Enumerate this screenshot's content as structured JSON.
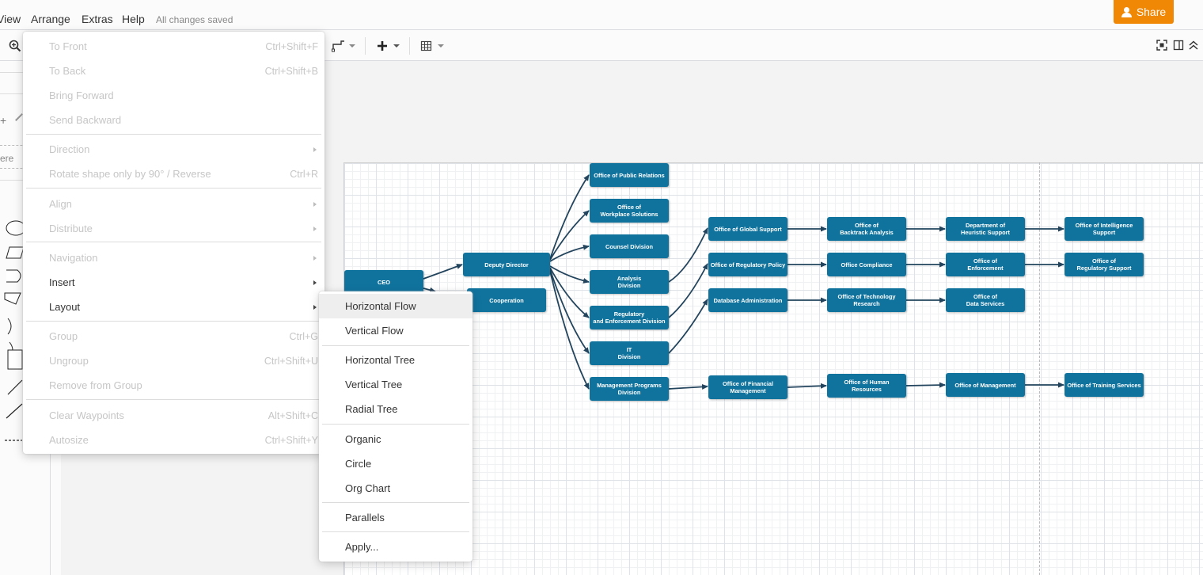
{
  "menubar": {
    "items": [
      "View",
      "Arrange",
      "Extras",
      "Help"
    ],
    "saved_status": "All changes saved",
    "share_label": "Share",
    "colors": {
      "share": "#f08705"
    }
  },
  "toolbar": {
    "icons": [
      "zoom-in-icon",
      "waypoints-icon",
      "insert-plus-icon",
      "table-icon",
      "fullscreen-icon",
      "format-panel-icon",
      "collapse-icon"
    ]
  },
  "leftpanel": {
    "search_placeholder_fragment": "ere"
  },
  "arrange_menu": {
    "items": [
      {
        "label": "To Front",
        "shortcut": "Ctrl+Shift+F",
        "enabled": false
      },
      {
        "label": "To Back",
        "shortcut": "Ctrl+Shift+B",
        "enabled": false
      },
      {
        "label": "Bring Forward",
        "shortcut": "",
        "enabled": false
      },
      {
        "label": "Send Backward",
        "shortcut": "",
        "enabled": false
      },
      {
        "label": "Direction",
        "shortcut": "",
        "enabled": false,
        "submenu": true
      },
      {
        "label": "Rotate shape only by 90° / Reverse",
        "shortcut": "Ctrl+R",
        "enabled": false
      },
      {
        "label": "Align",
        "shortcut": "",
        "enabled": false,
        "submenu": true
      },
      {
        "label": "Distribute",
        "shortcut": "",
        "enabled": false,
        "submenu": true
      },
      {
        "label": "Navigation",
        "shortcut": "",
        "enabled": false,
        "submenu": true
      },
      {
        "label": "Insert",
        "shortcut": "",
        "enabled": true,
        "submenu": true
      },
      {
        "label": "Layout",
        "shortcut": "",
        "enabled": true,
        "submenu": true
      },
      {
        "label": "Group",
        "shortcut": "Ctrl+G",
        "enabled": false
      },
      {
        "label": "Ungroup",
        "shortcut": "Ctrl+Shift+U",
        "enabled": false
      },
      {
        "label": "Remove from Group",
        "shortcut": "",
        "enabled": false
      },
      {
        "label": "Clear Waypoints",
        "shortcut": "Alt+Shift+C",
        "enabled": false
      },
      {
        "label": "Autosize",
        "shortcut": "Ctrl+Shift+Y",
        "enabled": false
      }
    ]
  },
  "layout_submenu": {
    "items": [
      "Horizontal Flow",
      "Vertical Flow",
      "Horizontal Tree",
      "Vertical Tree",
      "Radial Tree",
      "Organic",
      "Circle",
      "Org Chart",
      "Parallels",
      "Apply..."
    ],
    "highlighted": "Horizontal Flow"
  },
  "diagram": {
    "node_color": "#10739e",
    "nodes": {
      "ceo": "CEO",
      "deputy": "Deputy Director",
      "cooperation": "Cooperation",
      "public_relations": "Office of Public Relations",
      "workplace": "Office of\nWorkplace Solutions",
      "counsel": "Counsel Division",
      "analysis": "Analysis\nDivision",
      "regulatory": "Regulatory\nand Enforcement Division",
      "it": "IT\nDivision",
      "mgmt_programs": "Management Programs\nDivision",
      "global_support": "Office of Global Support",
      "reg_policy": "Office of Regulatory Policy",
      "db_admin": "Database Administration",
      "financial": "Office of Financial\nManagement",
      "backtrack": "Office of\nBacktrack Analysis",
      "compliance": "Office Compliance",
      "tech_research": "Office of Technology\nResearch",
      "human_resources": "Office of Human Resources",
      "heuristic": "Department of\nHeuristic Support",
      "enforcement": "Office of\nEnforcement",
      "data_services": "Office of\nData Services",
      "management": "Office of Management",
      "intelligence": "Office of Intelligence\nSupport",
      "reg_support": "Office of\nRegulatory Support",
      "training": "Office of Training Services"
    }
  }
}
